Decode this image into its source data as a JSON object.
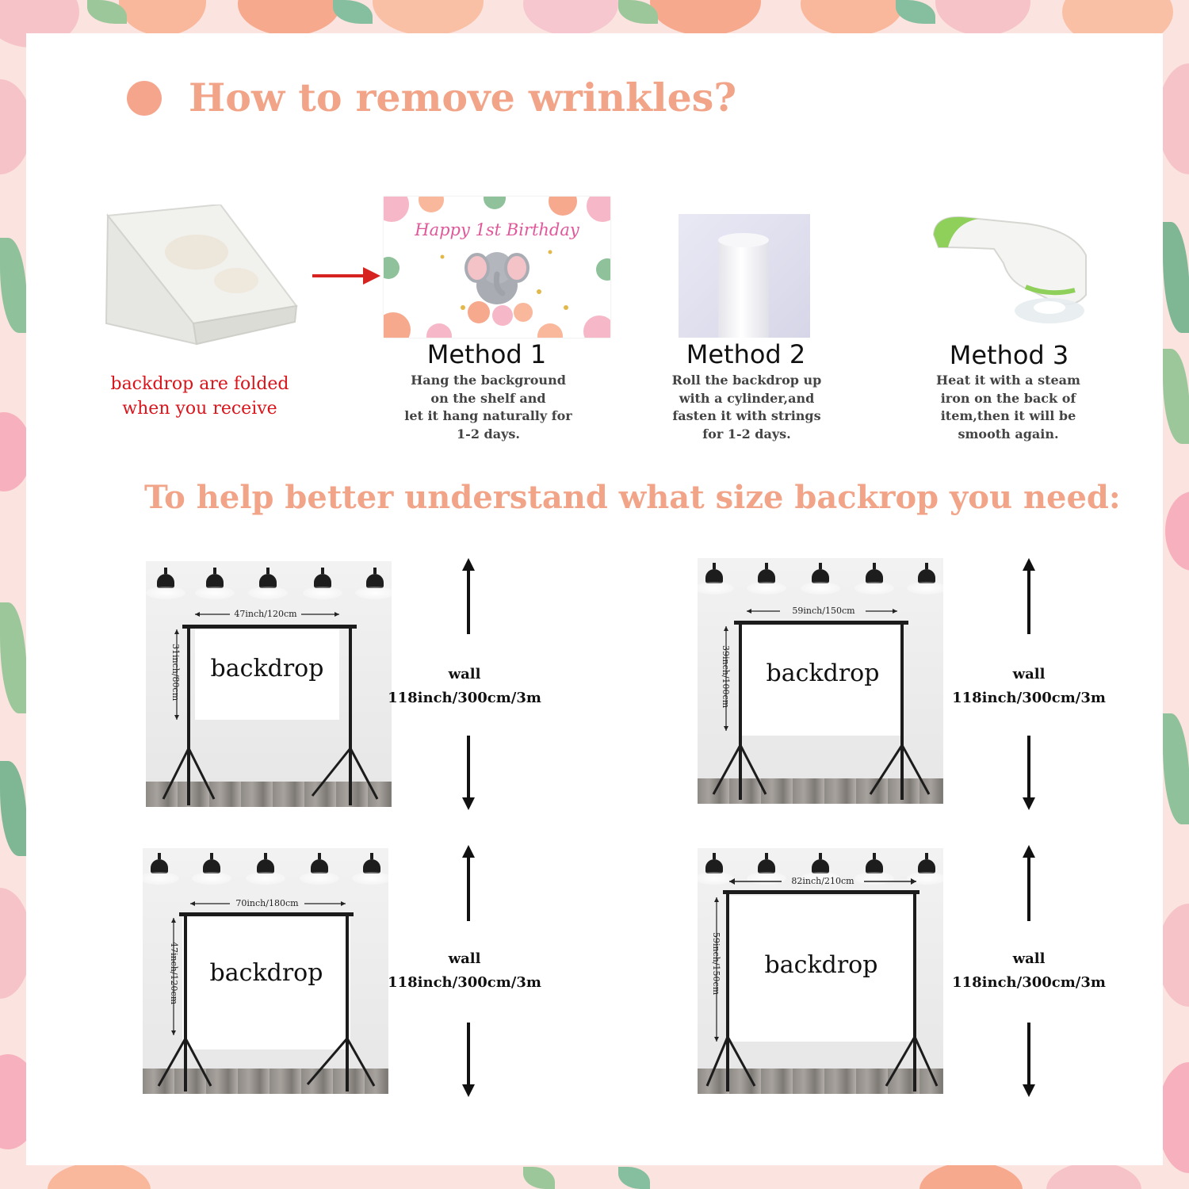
{
  "heading": "How to remove wrinkles?",
  "folded": {
    "caption_line1": "backdrop are folded",
    "caption_line2": "when you receive"
  },
  "banner_text": "Happy 1st Birthday",
  "methods": [
    {
      "title": "Method 1",
      "lines": [
        "Hang the background",
        "on the shelf and",
        "let it hang naturally for",
        "1-2 days."
      ]
    },
    {
      "title": "Method 2",
      "lines": [
        "Roll the backdrop up",
        "with a cylinder,and",
        "fasten it with strings",
        "for 1-2 days."
      ]
    },
    {
      "title": "Method 3",
      "lines": [
        "Heat it with a steam",
        "iron on the back of",
        "item,then it will be",
        "smooth again."
      ]
    }
  ],
  "size_heading": "To help better understand what size backrop you need:",
  "scenes": [
    {
      "width_label": "47inch/120cm",
      "height_label": "31inch/80cm",
      "backdrop_label": "backdrop",
      "wall_label": "wall",
      "wall_size": "118inch/300cm/3m"
    },
    {
      "width_label": "59inch/150cm",
      "height_label": "39inch/100cm",
      "backdrop_label": "backdrop",
      "wall_label": "wall",
      "wall_size": "118inch/300cm/3m"
    },
    {
      "width_label": "70inch/180cm",
      "height_label": "47inch/120cm",
      "backdrop_label": "backdrop",
      "wall_label": "wall",
      "wall_size": "118inch/300cm/3m"
    },
    {
      "width_label": "82inch/210cm",
      "height_label": "59inch/150cm",
      "backdrop_label": "backdrop",
      "wall_label": "wall",
      "wall_size": "118inch/300cm/3m"
    }
  ],
  "colors": {
    "accent": "#f2a488",
    "caption_red": "#d9141b"
  },
  "icons": [
    "flower-border",
    "folded-backdrop-photo",
    "red-arrow-icon",
    "birthday-banner-image",
    "cylinder-photo",
    "steam-iron-photo",
    "up-arrow-icon",
    "down-arrow-icon",
    "ceiling-lamp-icon",
    "backdrop-stand"
  ]
}
